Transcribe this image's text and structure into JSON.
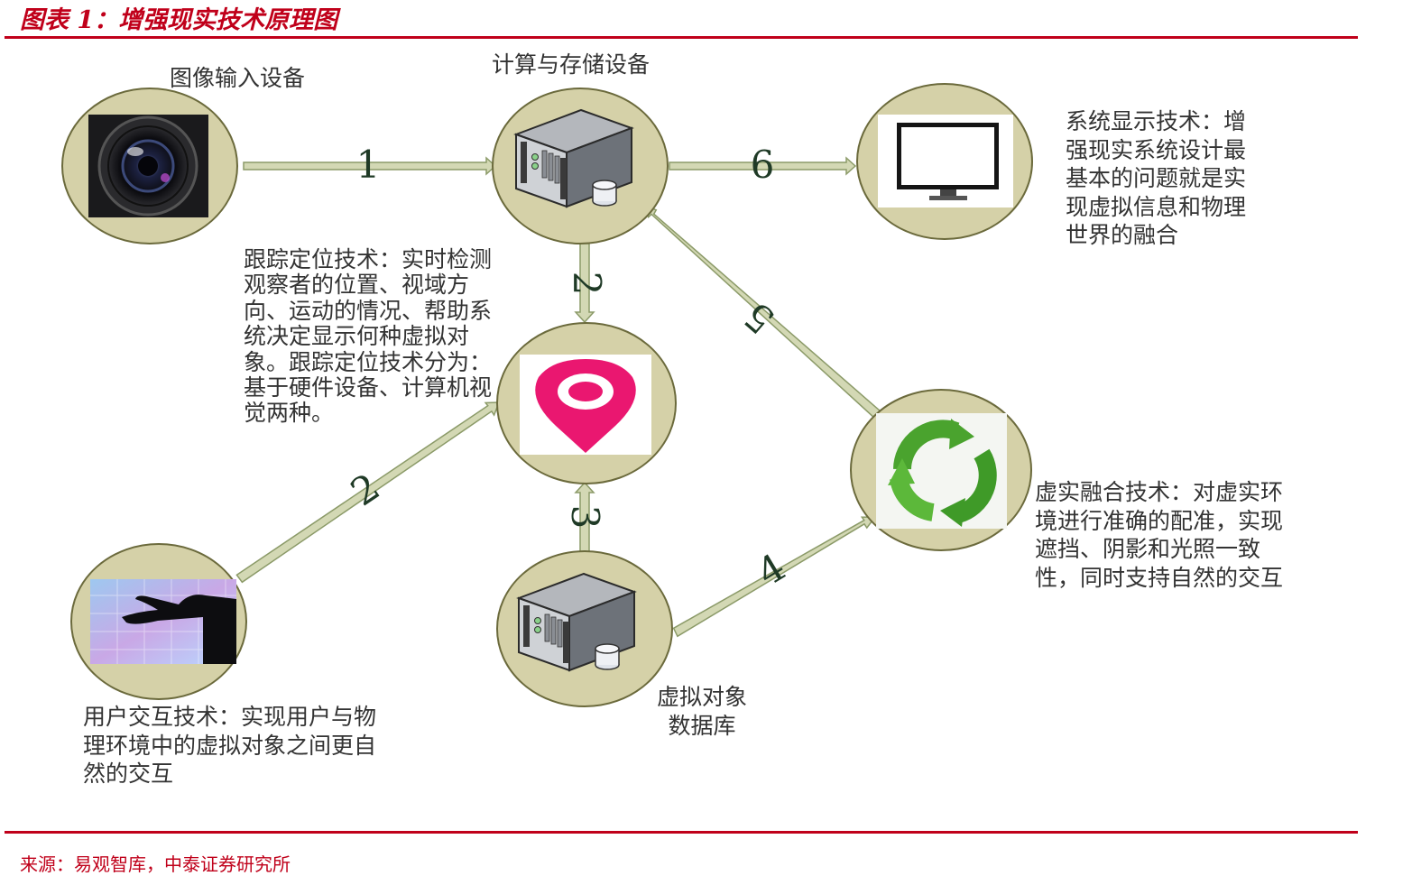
{
  "header": {
    "title": "图表 1：增强现实技术原理图"
  },
  "footer": {
    "source": "来源：易观智库，中泰证券研究所"
  },
  "nodes": {
    "camera": {
      "label": "图像输入设备"
    },
    "compute": {
      "label": "计算与存储设备"
    },
    "display": {
      "label": "系统显示技术：增强现实系统设计最基本的问题就是实现虚拟信息和物理世界的融合"
    },
    "tracking": {
      "label": "跟踪定位技术：实时检测观察者的位置、视域方向、运动的情况、帮助系统决定显示何种虚拟对象。跟踪定位技术分为：基于硬件设备、计算机视觉两种。"
    },
    "fusion": {
      "label": "虚实融合技术：对虚实环境进行准确的配准，实现遮挡、阴影和光照一致性，同时支持自然的交互"
    },
    "interaction": {
      "label": "用户交互技术：实现用户与物理环境中的虚拟对象之间更自然的交互"
    },
    "database": {
      "label": "虚拟对象数据库"
    }
  },
  "edges": [
    {
      "label": "1"
    },
    {
      "label": "2"
    },
    {
      "label": "2"
    },
    {
      "label": "3"
    },
    {
      "label": "4"
    },
    {
      "label": "5"
    },
    {
      "label": "6"
    }
  ],
  "colors": {
    "accent": "#c0001a",
    "circle_fill": "#d5d1a8",
    "circle_stroke": "#6b6a3c",
    "arrow_fill": "#d3d8b4",
    "arrow_stroke": "#8b9a68",
    "pin": "#ea1770",
    "recycle": "#4aa32e"
  }
}
